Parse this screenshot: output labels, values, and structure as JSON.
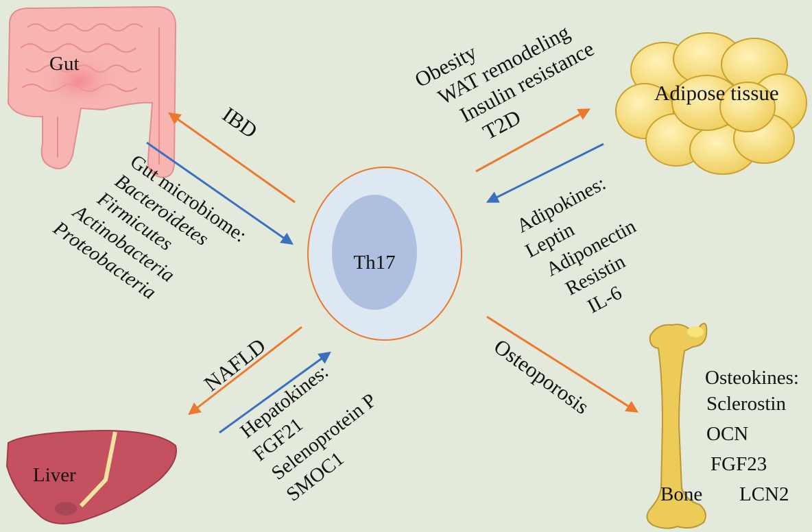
{
  "center": {
    "label": "Th17"
  },
  "organs": {
    "gut": "Gut",
    "adipose": "Adipose tissue",
    "liver": "Liver",
    "bone": "Bone"
  },
  "gut_effect": "IBD",
  "gut_factors": {
    "heading": "Gut microbiome:",
    "items": [
      "Bacteroidetes",
      "Firmicutes",
      "Actinobacteria",
      "Proteobacteria"
    ]
  },
  "adipose_effects": [
    "Obesity",
    "WAT remodeling",
    "Insulin resistance",
    "T2D"
  ],
  "adipose_factors": {
    "heading": "Adipokines:",
    "items": [
      "Leptin",
      "Adiponectin",
      "Resistin",
      "IL-6"
    ]
  },
  "liver_effect": "NAFLD",
  "liver_factors": {
    "heading": "Hepatokines:",
    "items": [
      "FGF21",
      "Selenoprotein P",
      "SMOC1"
    ]
  },
  "bone_effect": "Osteoporosis",
  "bone_factors": {
    "heading": "Osteokines:",
    "items": [
      "Sclerostin",
      "OCN",
      "FGF23",
      "LCN2"
    ]
  },
  "colors": {
    "background": "#e3eadb",
    "effect_arrow": "#ec7a2e",
    "factor_arrow": "#3b6fc0",
    "cell_outer": "#dde8f2",
    "cell_inner": "#aebfe0",
    "gut": "#f7b4b0",
    "adipose": "#f3d36a",
    "liver": "#c45060",
    "bone": "#eccb58"
  }
}
